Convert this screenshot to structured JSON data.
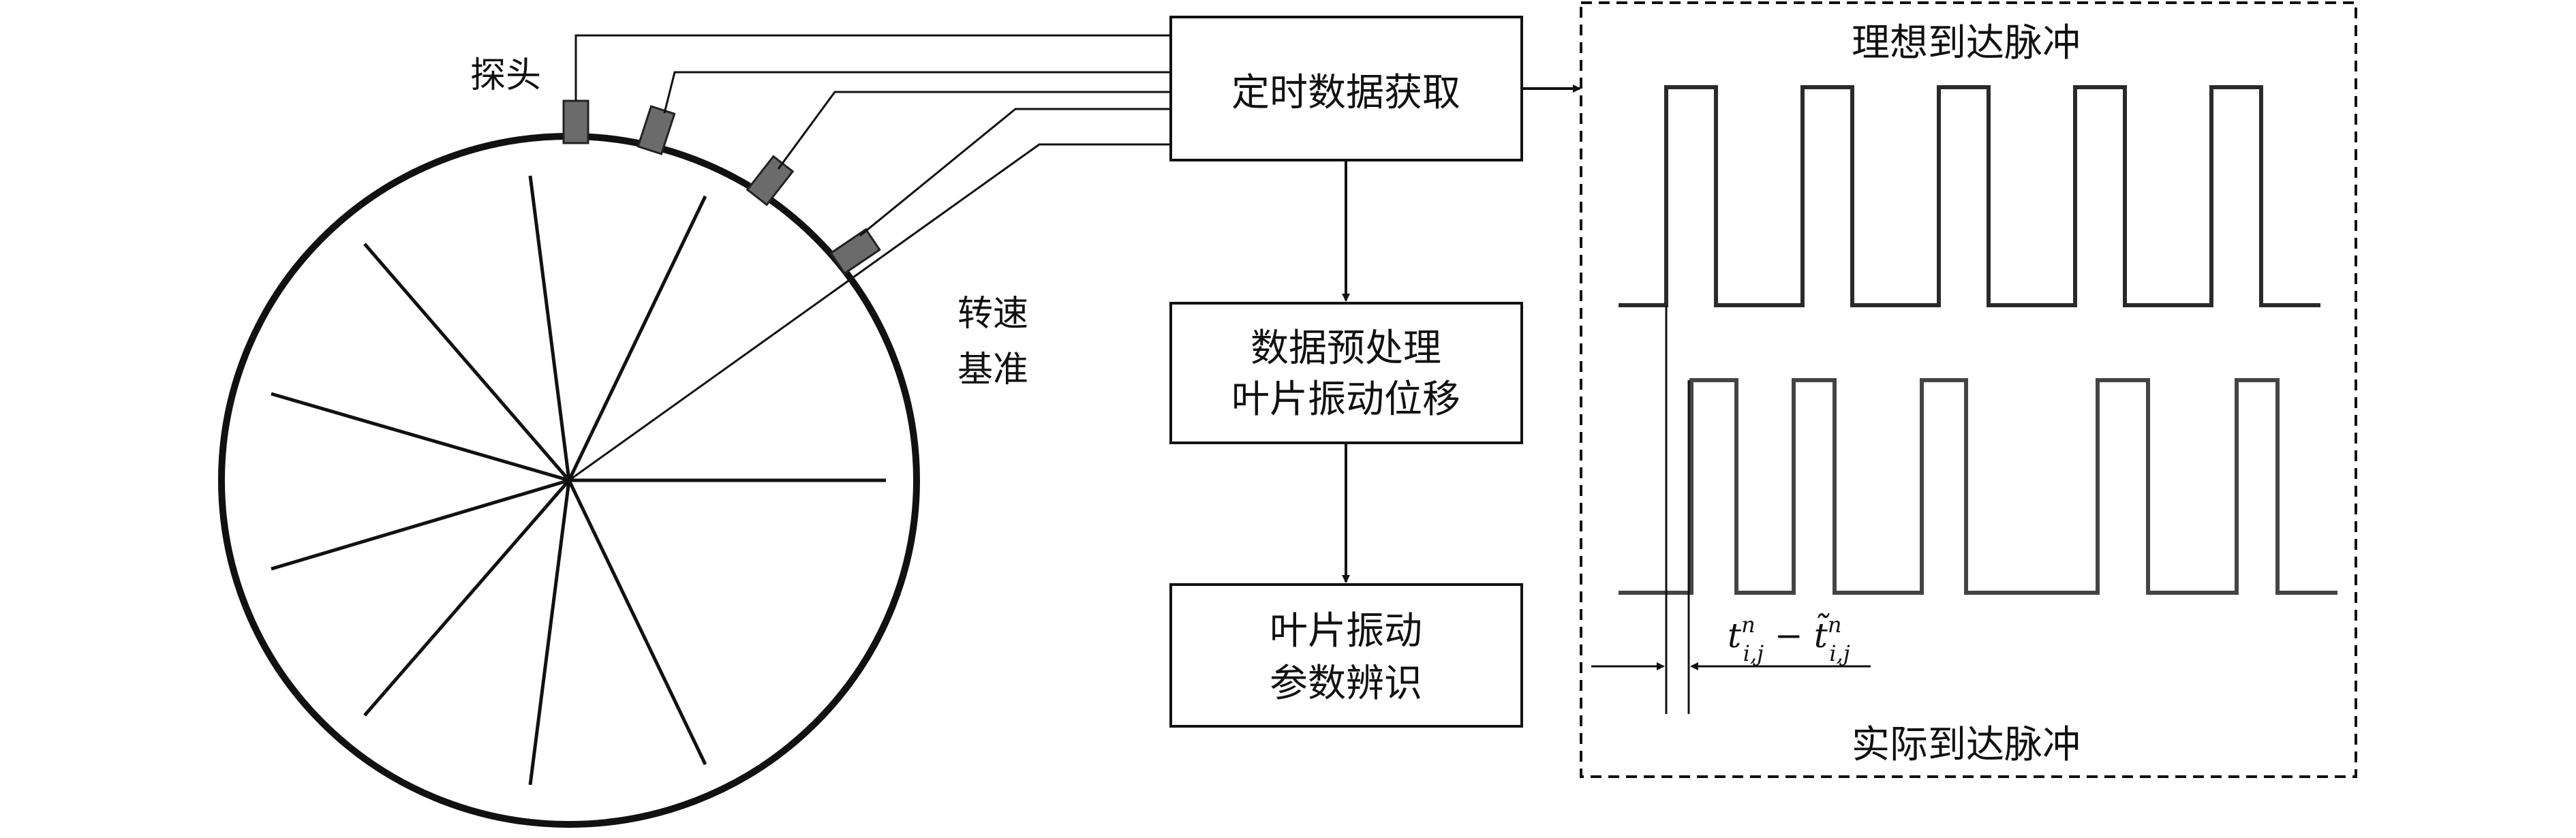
{
  "labels": {
    "probe": "探头",
    "speed_ref_line1": "转速",
    "speed_ref_line2": "基准"
  },
  "boxes": {
    "acquisition": "定时数据获取",
    "preprocess_line1": "数据预处理",
    "preprocess_line2": "叶片振动位移",
    "identify_line1": "叶片振动",
    "identify_line2": "参数辨识"
  },
  "pulses": {
    "ideal_title": "理想到达脉冲",
    "actual_title": "实际到达脉冲",
    "time_diff_label": "t_{i,j}^n − t̃_{i,j}^n"
  },
  "colors": {
    "line": "#111111",
    "probe_fill": "#6b6b6b",
    "pulse_line": "#2a2a2a"
  }
}
